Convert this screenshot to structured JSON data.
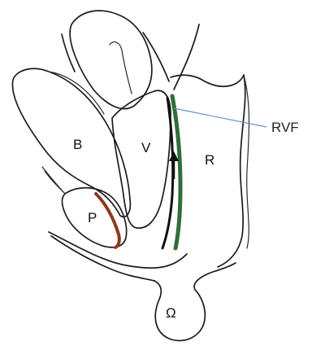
{
  "diagram": {
    "labels": {
      "b": "B",
      "v": "V",
      "r": "R",
      "p": "P",
      "omega": "Ω",
      "rvf": "RVF"
    },
    "colors": {
      "outline": "#1c1c1c",
      "rvf_green": "#2f6e3c",
      "arrow_black": "#111111",
      "p_red": "#8b3a1c",
      "callout_line": "#6f8fc4"
    }
  }
}
